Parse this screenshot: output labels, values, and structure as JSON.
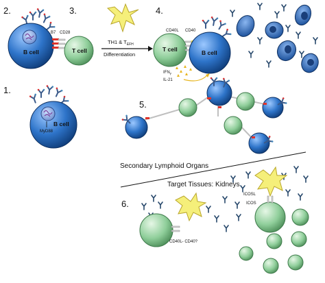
{
  "steps": {
    "s1": "1.",
    "s2": "2.",
    "s3": "3.",
    "s4": "4.",
    "s5": "5.",
    "s6": "6."
  },
  "cells": {
    "b_cell": "B cell",
    "t_cell": "T cell"
  },
  "molecules": {
    "b7": "B7",
    "cd28": "CD28",
    "cd40l": "CD40L",
    "cd40": "CD40",
    "myd88": "MyD88",
    "ifn": "IFN",
    "ifn_sub": "γ",
    "il21": "IL-21",
    "icosl": "ICOSL",
    "icos": "ICOS",
    "cd40l_cd40": "CD40L- CD40?"
  },
  "arrow": {
    "line1": "TH1 & T",
    "line1_sub": "EFH",
    "line2": "Differentiation"
  },
  "regions": {
    "secondary": "Secondary Lymphoid Organs",
    "target": "Target Tissues: Kidneys"
  },
  "colors": {
    "b_cell": "#2e74c9",
    "t_cell": "#8fce9a",
    "antibody": "#27486b",
    "dendritic": "#f5ef7a",
    "receptor_red": "#e0322a",
    "cytokine": "#e7b51e"
  }
}
